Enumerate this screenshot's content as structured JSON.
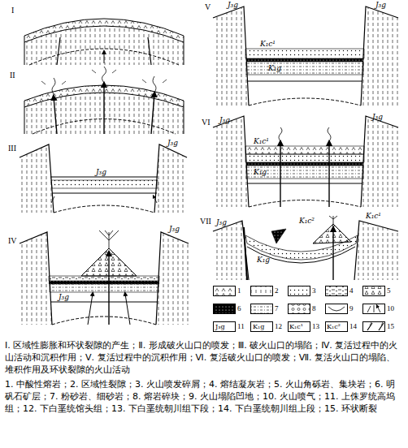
{
  "diagram": {
    "caption": "Ⅰ. 区域性膨胀和环状裂隙的产生；Ⅱ. 形成破火山口的喷发；Ⅲ. 破火山口的塌陷；Ⅳ. 复活过程中的火山活动和沉积作用；Ⅴ. 复活过程中的沉积作用；Ⅵ. 复活破火山口的喷发；Ⅶ. 复活火山口的塌陷、堆积作用及环状裂隙的火山活动",
    "labels": [
      "I",
      "II",
      "III",
      "IV",
      "V",
      "VI",
      "VII",
      "J₃g",
      "J₃g",
      "J₃g",
      "J₃g",
      "J₃g",
      "J₃g",
      "K₁c¹",
      "K₁g",
      "J₃g",
      "J₃g",
      "K₁c¹",
      "K₁g",
      "J₃g",
      "K₁c¹",
      "K₁c²",
      "K₁g",
      "J₃g",
      "K₁g",
      "K₁c¹",
      "K₁c²",
      "1. 中酸性熔岩；2. 区域性裂隙；3. 火山喷发碎屑；4. 熔结凝灰岩；5. 火山角砾岩、集块岩；6. 明矾石矿层；7. 粉砂岩、细砂岩；8. 熔岩碎块；9. 火山塌陷凹地；10. 火山喷气；11. 上侏罗统高坞组；12. 下白垩统馆头组；13. 下白垩统朝川组下段；14. 下白垩统朝川组上段；15. 环状断裂"
    ],
    "legend": [
      {
        "text": "1"
      },
      {
        "text": "2"
      },
      {
        "text": "3"
      },
      {
        "text": "4"
      },
      {
        "text": "5"
      },
      {
        "text": "6"
      },
      {
        "text": "7"
      },
      {
        "text": "8"
      },
      {
        "text": "9"
      },
      {
        "text": "10"
      },
      {
        "text": "11"
      },
      {
        "text": "12"
      },
      {
        "text": "13"
      },
      {
        "text": "14"
      },
      {
        "text": "15"
      }
    ]
  }
}
